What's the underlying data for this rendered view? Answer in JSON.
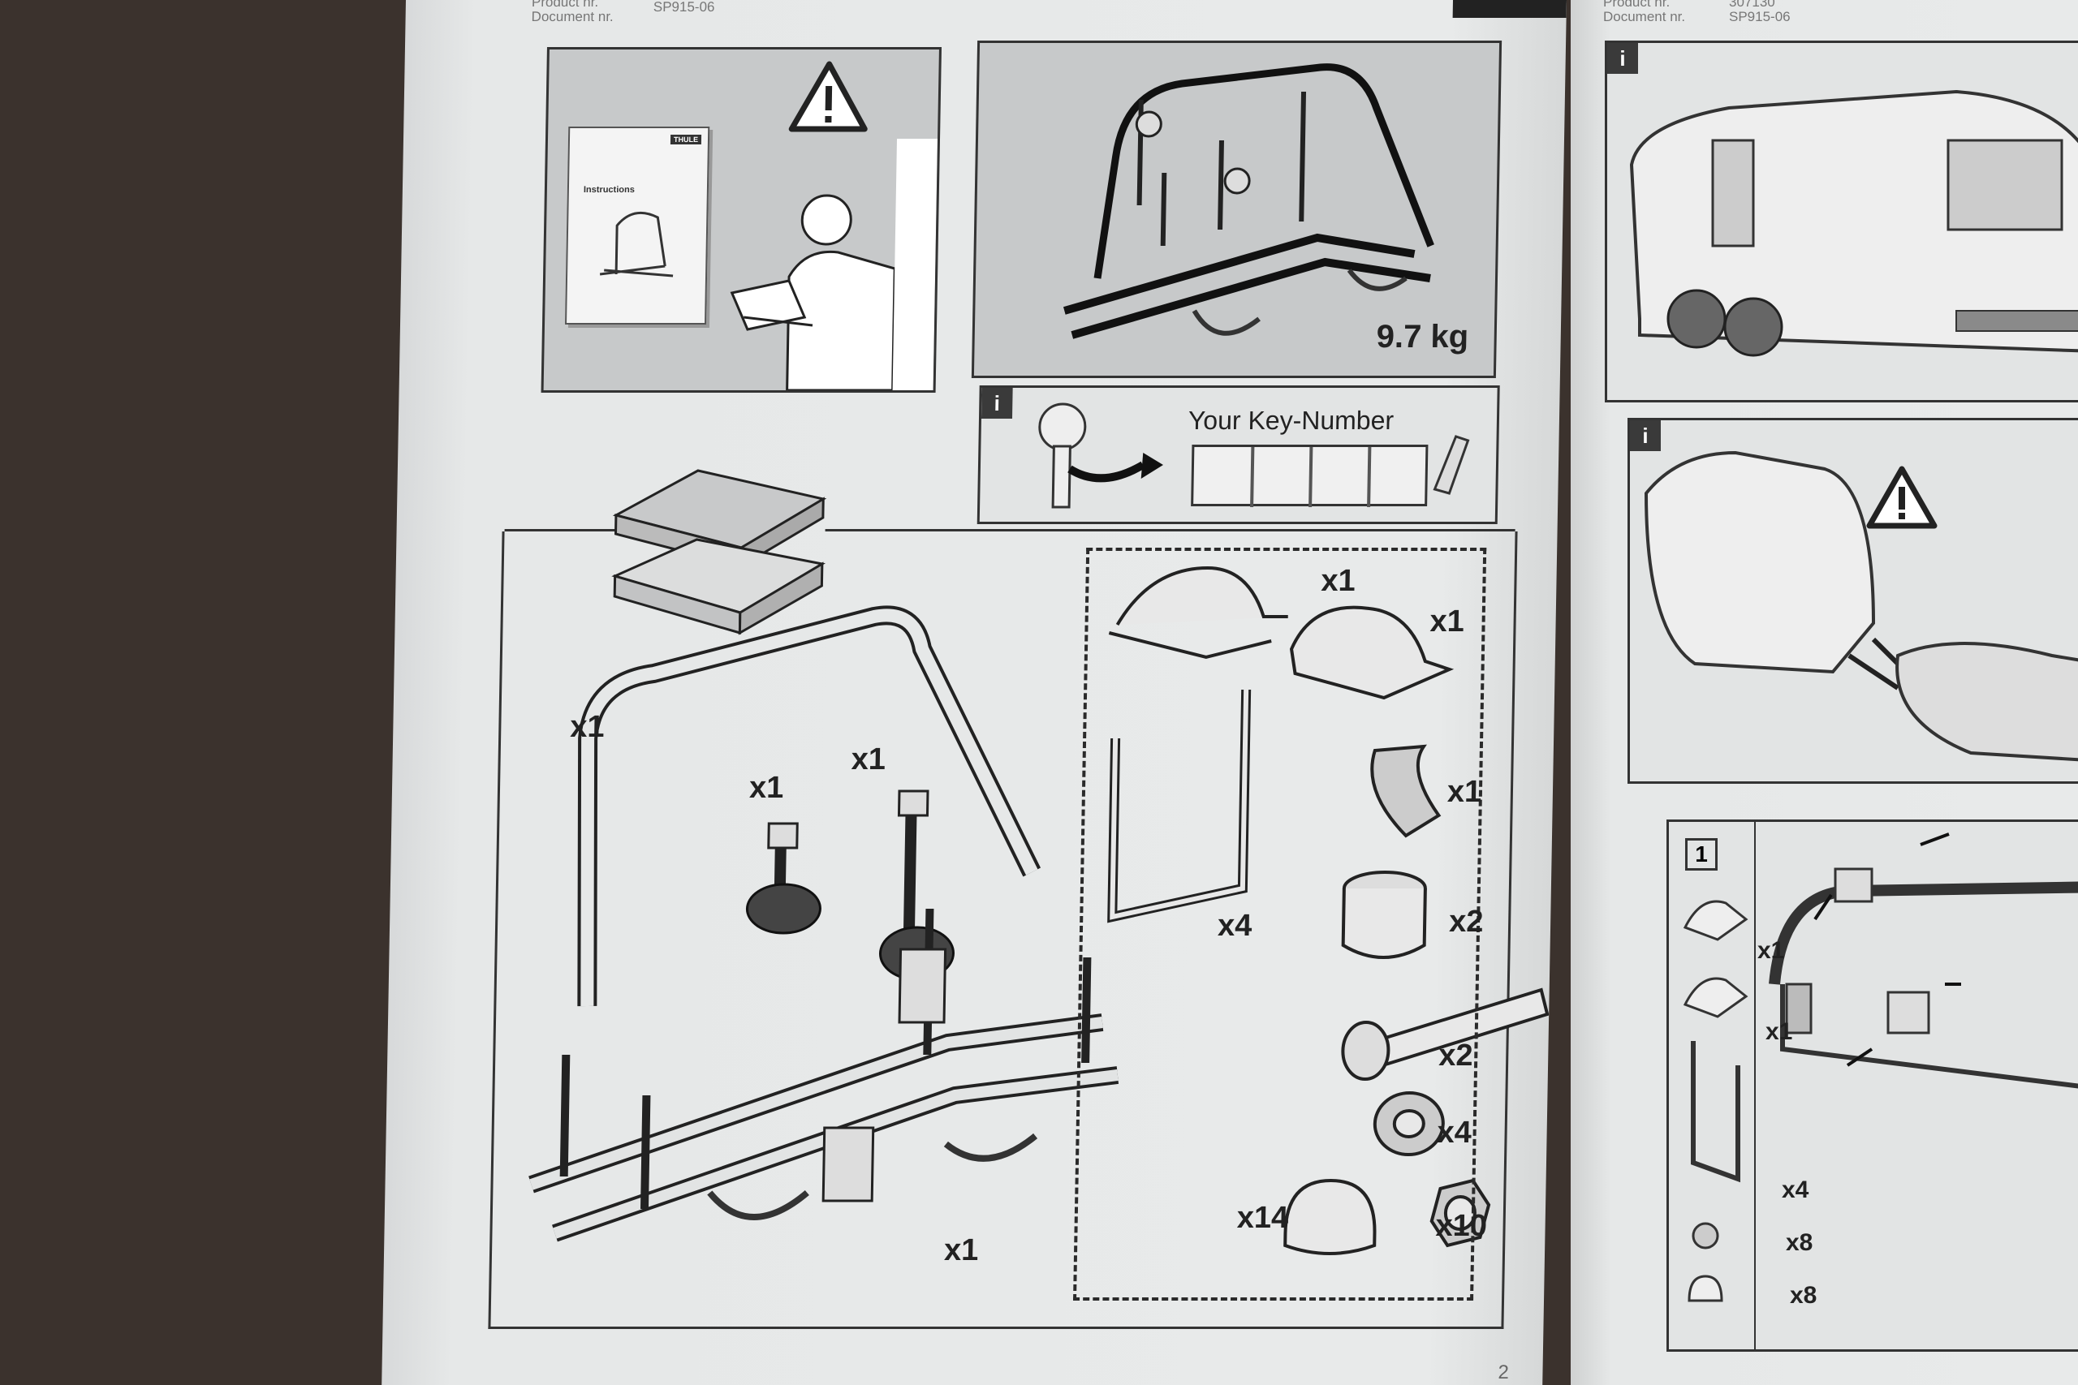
{
  "header": {
    "left_line1": "Product nr.",
    "left_line1_value": "",
    "left_line2": "Document nr.",
    "left_line2_value": "SP915-06",
    "right_line1": "Product nr.",
    "right_line1_value": "307130",
    "right_line2": "Document nr.",
    "right_line2_value": "SP915-06"
  },
  "manual_cover": {
    "brand": "THULE",
    "subtitle": "Instructions"
  },
  "weight_panel": {
    "weight": "9.7 kg"
  },
  "key_panel": {
    "info": "i",
    "title": "Your Key-Number"
  },
  "parts": {
    "frame_arch": "x1",
    "wheel_holder_left": "x1",
    "wheel_holder_right": "x1",
    "base_frame": "x1",
    "bracket_a": "x1",
    "bracket_b": "x1",
    "u_bolts": "x4",
    "strap": "x1",
    "spacer": "x2",
    "bolt": "x2",
    "washer": "x4",
    "cap": "x14",
    "nut": "x10"
  },
  "right_page": {
    "info_a": "i",
    "info_b": "i",
    "step_number": "1",
    "step_bracket_a": "x1",
    "step_bracket_b": "x1",
    "step_ubolt": "x4",
    "step_nut": "x8",
    "step_cap": "x8"
  },
  "page_number": "2"
}
